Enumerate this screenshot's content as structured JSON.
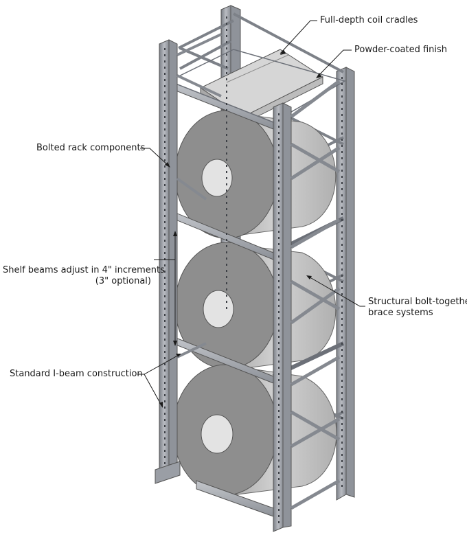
{
  "labels": {
    "coil_cradles": "Full-depth coil cradles",
    "powder_coated": "Powder-coated finish",
    "bolted_components": "Bolted rack components",
    "shelf_beams_line1": "Shelf beams adjust in 4\" increments",
    "shelf_beams_line2": "(3\" optional)",
    "structural_brace_line1": "Structural bolt-together",
    "structural_brace_line2": "brace systems",
    "ibeam_construction": "Standard I-beam construction"
  },
  "colors": {
    "steel_light": "#c9ccd1",
    "steel_mid": "#9fa3aa",
    "steel_dark": "#6c7078",
    "coil_face": "#8e8e8e",
    "coil_body": "#c4c4c4",
    "coil_hole": "#e3e3e3",
    "leader": "#1a1a1a"
  }
}
